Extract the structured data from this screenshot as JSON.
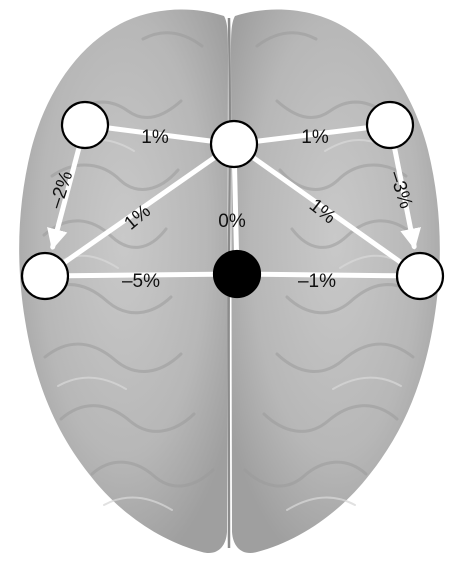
{
  "nodes": [
    {
      "id": "left-frontal",
      "style": "open"
    },
    {
      "id": "mid-frontal",
      "style": "open"
    },
    {
      "id": "right-frontal",
      "style": "open"
    },
    {
      "id": "left-parietal",
      "style": "open"
    },
    {
      "id": "center-parietal",
      "style": "filled"
    },
    {
      "id": "right-parietal",
      "style": "open"
    }
  ],
  "edges": [
    {
      "from": "left-frontal",
      "to": "mid-frontal",
      "label": "1%",
      "arrow": false
    },
    {
      "from": "mid-frontal",
      "to": "right-frontal",
      "label": "1%",
      "arrow": false
    },
    {
      "from": "left-frontal",
      "to": "left-parietal",
      "label": "–2%",
      "arrow": true
    },
    {
      "from": "right-frontal",
      "to": "right-parietal",
      "label": "–3%",
      "arrow": true
    },
    {
      "from": "mid-frontal",
      "to": "left-parietal",
      "label": "1%",
      "arrow": false
    },
    {
      "from": "mid-frontal",
      "to": "center-parietal",
      "label": "0%",
      "arrow": false
    },
    {
      "from": "mid-frontal",
      "to": "right-parietal",
      "label": "1%",
      "arrow": false
    },
    {
      "from": "left-parietal",
      "to": "center-parietal",
      "label": "–5%",
      "arrow": false
    },
    {
      "from": "center-parietal",
      "to": "right-parietal",
      "label": "–1%",
      "arrow": false
    }
  ],
  "colors": {
    "edge": "#ffffff",
    "node_open_fill": "#ffffff",
    "node_filled_fill": "#000000",
    "node_stroke": "#000000",
    "brain_base": "#b9b9b9",
    "label": "#111111"
  }
}
